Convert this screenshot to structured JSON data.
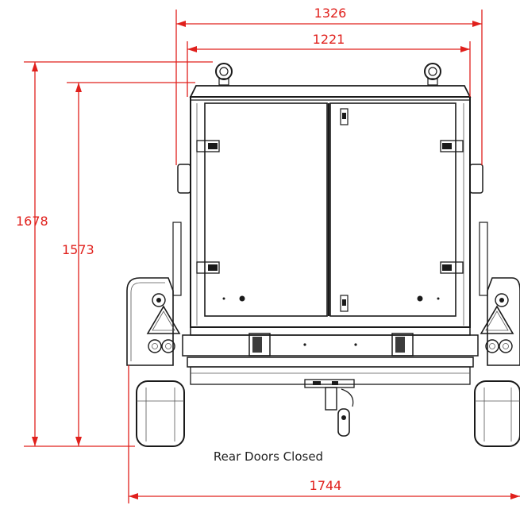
{
  "dimensions": {
    "overall_width": "1326",
    "body_width": "1221",
    "overall_height": "1678",
    "body_height": "1573",
    "track_width": "1744"
  },
  "caption": "Rear Doors Closed",
  "colors": {
    "dimension": "#e0201c",
    "outline": "#1a1a1a",
    "background": "#ffffff"
  }
}
